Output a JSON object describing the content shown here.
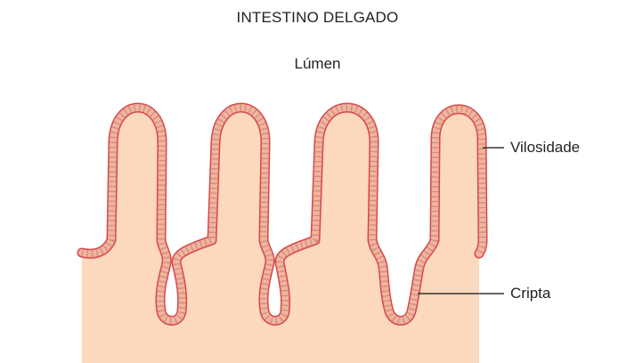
{
  "title": "INTESTINO DELGADO",
  "lumen_label": "Lúmen",
  "labels": {
    "villus": "Vilosidade",
    "crypt": "Cripta"
  },
  "colors": {
    "tissue": "#fcd8bc",
    "epithelium_fill": "#f3b49c",
    "epithelium_outline": "#d8464a",
    "cell_dividers": "#c98f82",
    "leader_line": "#333333",
    "text": "#222222"
  }
}
